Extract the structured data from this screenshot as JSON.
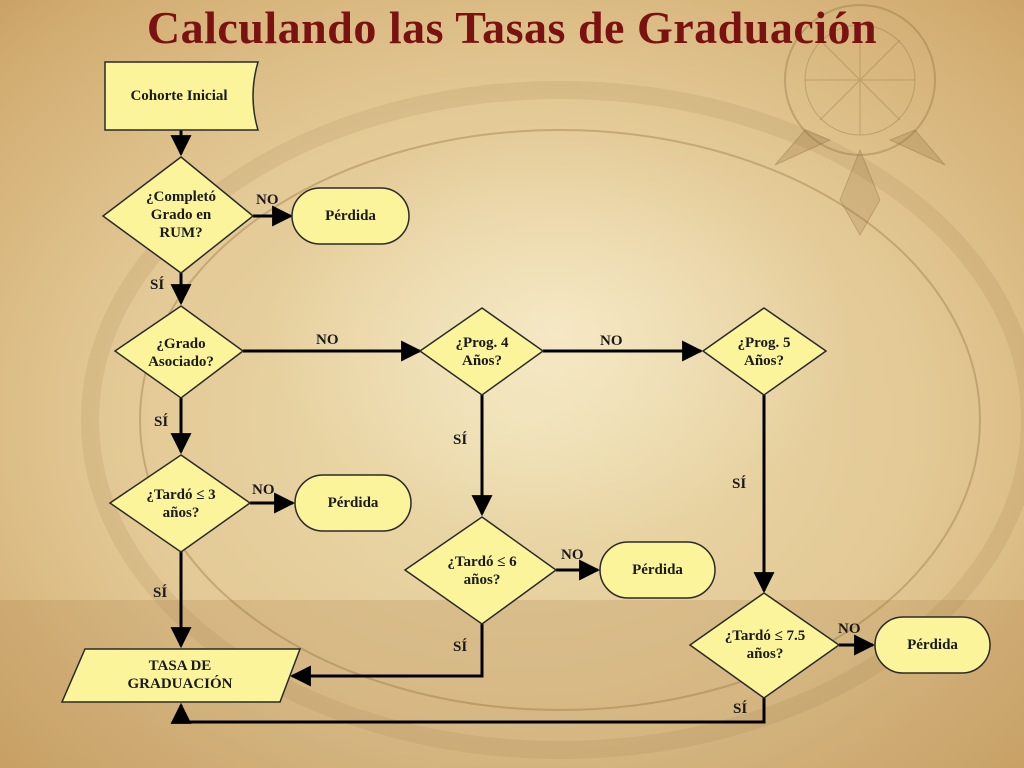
{
  "title": "Calculando las Tasas de Graduación",
  "nodes": {
    "cohort": "Cohorte Inicial",
    "completed_degree": "¿Completó\nGrado en\nRUM?",
    "loss_1": "Pérdida",
    "associate_degree": "¿Grado\nAsociado?",
    "prog4": "¿Prog. 4\nAños?",
    "prog5": "¿Prog. 5\nAños?",
    "took_3": "¿Tardó ≤  3\naños?",
    "loss_2": "Pérdida",
    "took_6": "¿Tardó ≤  6\naños?",
    "loss_3": "Pérdida",
    "took_7_5": "¿Tardó ≤  7.5\naños?",
    "loss_4": "Pérdida",
    "graduation_rate": "TASA DE\nGRADUACIÓN"
  },
  "edges": {
    "no_completed": "NO",
    "si_completed": "SÍ",
    "no_associate": "NO",
    "si_associate": "SÍ",
    "no_prog4": "NO",
    "si_prog4": "SÍ",
    "si_prog5": "SÍ",
    "no_took3": "NO",
    "si_took3": "SÍ",
    "no_took6": "NO",
    "si_took6": "SÍ",
    "no_took75": "NO",
    "si_took75": "SÍ"
  },
  "colors": {
    "title": "#7a1212",
    "node_fill": "#fbf49a",
    "node_stroke": "#2a2a2a",
    "connector": "#000000"
  }
}
